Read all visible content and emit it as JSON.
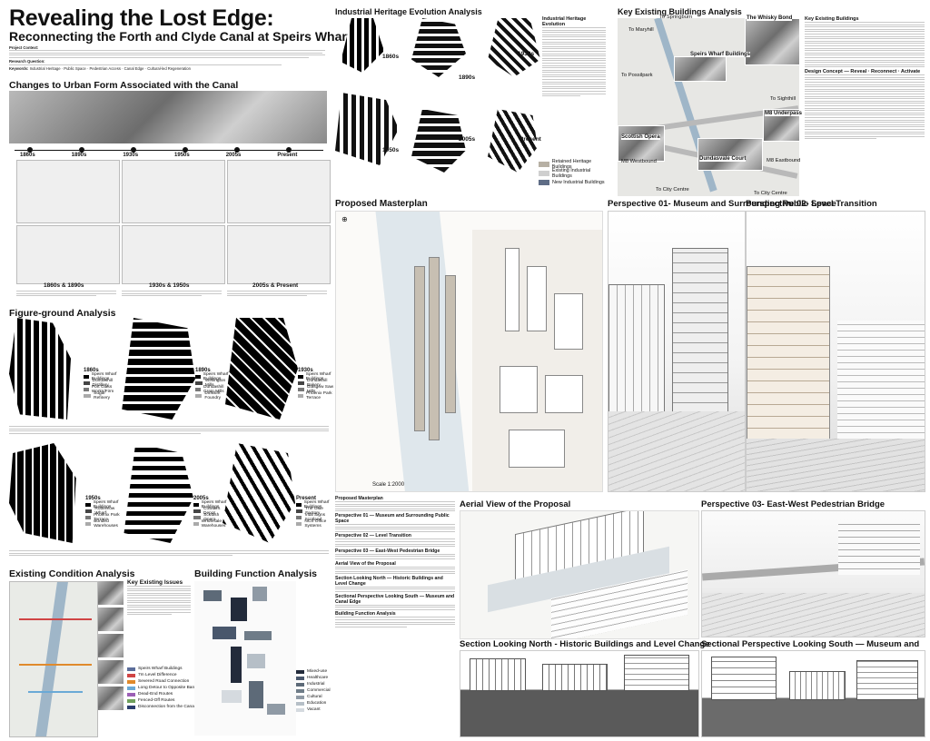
{
  "title": "Revealing the Lost Edge:",
  "subtitle": "Reconnecting the Forth and Clyde Canal at Speirs Wharf",
  "intro": {
    "context_label": "Project Context:",
    "question_label": "Research Question:",
    "keywords_label": "Keywords:",
    "keywords": "Industrial Heritage · Public Space · Pedestrian Access · Canal Edge · Cultural-led Regeneration"
  },
  "sections": {
    "urban_form": "Changes to Urban Form Associated with the Canal",
    "figure_ground": "Figure-ground Analysis",
    "existing_condition": "Existing Condition Analysis",
    "building_function": "Building Function Analysis",
    "heritage_evolution": "Industrial Heritage Evolution Analysis",
    "key_buildings": "Key Existing Buildings Analysis",
    "masterplan": "Proposed Masterplan",
    "perspective1": "Perspective 01- Museum and Surrounding Public Space",
    "perspective2": "Perspective 02- Level Transition",
    "aerial": "Aerial View of the Proposal",
    "perspective3": "Perspective 03- East-West Pedestrian Bridge",
    "section_north": "Section Looking North - Historic Buildings and Level Change",
    "section_south": "Sectional Perspective Looking South — Museum and Canal Edge"
  },
  "timeline": [
    "1860s",
    "1890s",
    "1930s",
    "1950s",
    "2005s",
    "Present"
  ],
  "urban_maps": {
    "pair_labels": [
      "1860s & 1890s",
      "1930s & 1950s",
      "2005s & Present"
    ]
  },
  "figure_ground": {
    "row1": [
      {
        "year": "1860s",
        "items": [
          "Speirs Wharf Buildings",
          "Dundashill Distillery",
          "Port Glass Works/Firm",
          "Sugar Refinery"
        ]
      },
      {
        "year": "1890s",
        "items": [
          "Speirs Wharf Buildings",
          "Wellington Mills",
          "Dundashill Grain Mills",
          "Dinksirk Foundry"
        ]
      },
      {
        "year": "1930s",
        "items": [
          "Speirs Wharf Buildings",
          "Dundashill Bakery",
          "Glasgow Saw Mills",
          "Phoenix Park Terrace"
        ]
      }
    ],
    "row2": [
      {
        "year": "1950s",
        "items": [
          "Speirs Wharf Buildings",
          "Rottenrow Wharf",
          "Phoenix Park Terrace",
          "Bonded Warehouses"
        ]
      },
      {
        "year": "2005s",
        "items": [
          "Speirs Wharf Buildings",
          "Cowlairs Depot",
          "Scottish Opera",
          "Wholesale Warehouses"
        ]
      },
      {
        "year": "Present",
        "items": [
          "Speirs Wharf Buildings",
          "The Glue Factory",
          "Vital Signs Scotland",
          "NCS Office Systems"
        ]
      }
    ]
  },
  "heritage": {
    "years": [
      "1860s",
      "1930s",
      "1890s",
      "1950s",
      "2005s",
      "Present"
    ],
    "legend": [
      "Retained Heritage Buildings",
      "Existing Industrial Buildings",
      "New Industrial Buildings"
    ],
    "colors": [
      "#b7b0a4",
      "#cfcfcf",
      "#5f6d86"
    ]
  },
  "key_buildings": {
    "labels": {
      "springburn": "To Springburn",
      "maryhill": "To Maryhill",
      "possilpark": "To Possilpark",
      "sighthill": "To Sighthill",
      "underpass": "M8 Underpass",
      "whisky": "The Whisky Bond",
      "speirs": "Speirs Wharf Buildings",
      "opera": "Scottish Opera",
      "dundas": "Dundasvale Court",
      "m8w": "M8 Westbound",
      "m8e": "M8 Eastbound",
      "city1": "To City Centre",
      "city2": "To City Centre"
    }
  },
  "existing": {
    "key_title": "Key Existing Issues",
    "legend": [
      "Speirs Wharf Buildings",
      "7m Level Difference",
      "Severed Road Connection",
      "Long Detour to Opposite Bank",
      "Dead-End Routes",
      "Fenced-Off Routes",
      "Disconnection from the Canal"
    ],
    "colors": [
      "#5b6d9a",
      "#d04444",
      "#e08a2c",
      "#6aa9d6",
      "#9b5fb5",
      "#6f9f5b",
      "#2b3d6e"
    ]
  },
  "function": {
    "legend": [
      "Mixed-use",
      "Healthcare",
      "Industrial",
      "Commercial",
      "Cultural",
      "Education",
      "Vacant"
    ],
    "colors": [
      "#232b3b",
      "#49576c",
      "#5d6a78",
      "#6f7c88",
      "#8f9aa5",
      "#b6bfc7",
      "#d5dadf"
    ]
  },
  "masterplan": {
    "scale": "Scale 1:2000",
    "text_headings": [
      "Proposed Masterplan",
      "Perspective 01 — Museum and Surrounding Public Space",
      "Perspective 02 — Level Transition",
      "Perspective 03 — East-West Pedestrian Bridge",
      "Aerial View of the Proposal",
      "Section Looking North — Historic Buildings and Level Change",
      "Sectional Perspective Looking South — Museum and Canal Edge",
      "Building Function Analysis"
    ]
  },
  "key_text_headings": [
    "Key Existing Buildings",
    "Design Concept — Reveal · Reconnect · Activate"
  ],
  "heritage_text_heading": "Industrial Heritage Evolution"
}
